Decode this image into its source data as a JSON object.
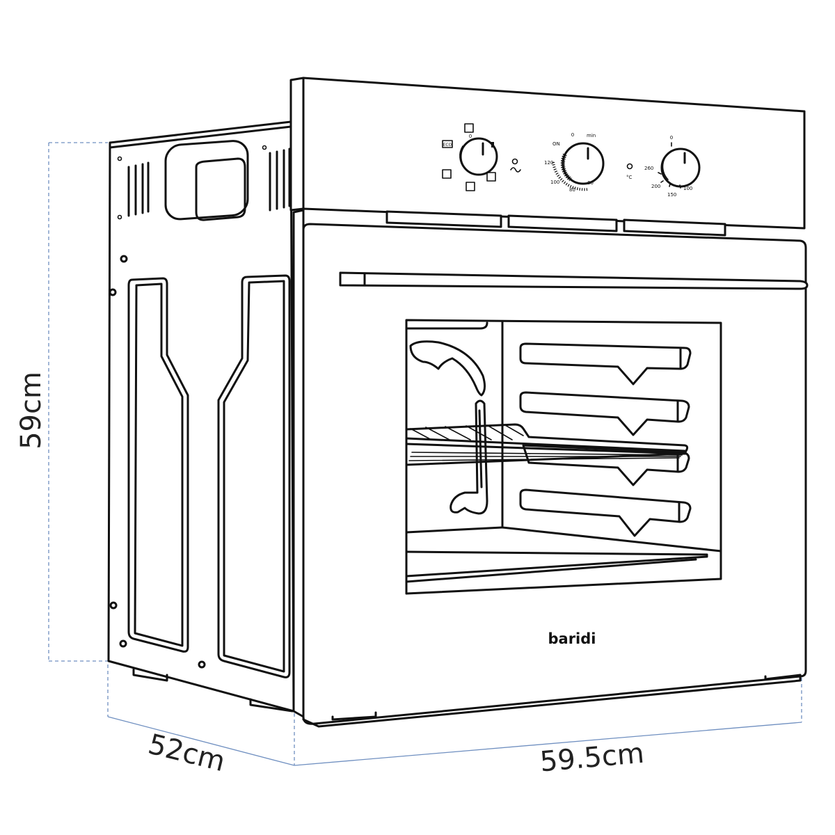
{
  "dimensions": {
    "height": "59cm",
    "depth": "52cm",
    "width": "59.5cm"
  },
  "brand": "baridi",
  "controls": {
    "function_knob": {
      "label_top": "0",
      "eco_label": "ECO",
      "icon": "oven-function-icons"
    },
    "timer_knob": {
      "labels": [
        "0",
        "min",
        "ON",
        "120",
        "100",
        "80",
        "60"
      ]
    },
    "temperature_knob": {
      "labels": [
        "0",
        "260",
        "200",
        "150",
        "100"
      ]
    },
    "indicator_icons": [
      "power-indicator-icon",
      "thermostat-indicator-icon"
    ],
    "temp_symbol": "°C"
  },
  "colors": {
    "outline": "#111111",
    "dimension_lines": "#6f8fc0",
    "background": "#ffffff"
  }
}
